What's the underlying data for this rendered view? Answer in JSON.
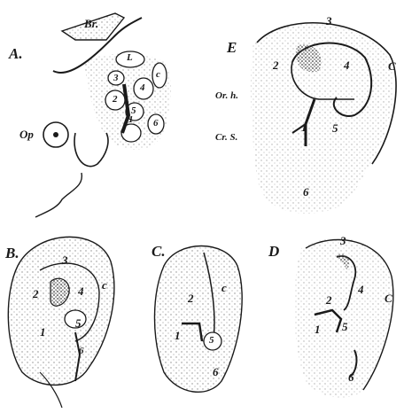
{
  "figure": {
    "panels": [
      {
        "letter": "A.",
        "labels": {
          "top": "Br.",
          "side": "Op",
          "l": "L",
          "n1": "1",
          "n2": "2",
          "n3": "3",
          "n4": "4",
          "n5": "5",
          "n6": "6",
          "c": "c"
        }
      },
      {
        "letter": "E",
        "labels": {
          "n1": "1",
          "n2": "2",
          "n3": "3",
          "n4": "4",
          "n5": "5",
          "n6": "6",
          "c": "C",
          "orh": "Or. h.",
          "crs": "Cr. S."
        }
      },
      {
        "letter": "B.",
        "labels": {
          "n1": "1",
          "n2": "2",
          "n3": "3",
          "n4": "4",
          "n5": "5",
          "n6": "6",
          "c": "c"
        }
      },
      {
        "letter": "C.",
        "labels": {
          "n1": "1",
          "n2": "2",
          "n5": "5",
          "n6": "6",
          "c": "c"
        }
      },
      {
        "letter": "D",
        "labels": {
          "n1": "1",
          "n2": "2",
          "n3": "3",
          "n4": "4",
          "n5": "5",
          "n6": "6",
          "c": "C"
        }
      }
    ]
  },
  "colors": {
    "ink": "#1a1a1a",
    "paper": "#ffffff",
    "stipple": "#8a8a8a"
  }
}
